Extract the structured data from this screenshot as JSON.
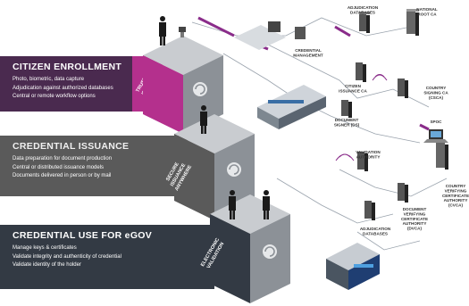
{
  "sections": [
    {
      "title": "CITIZEN ENROLLMENT",
      "items": [
        "Photo, biometric, data capture",
        "Adjudication against authorized databases",
        "Central or remote workflow options"
      ],
      "side_label": "TRUSTED IDENTITY"
    },
    {
      "title": "CREDENTIAL ISSUANCE",
      "items": [
        "Data preparation for document production",
        "Central or distributed issuance models",
        "Documents delivered in person or by mail"
      ],
      "side_label": "SECURE ISSUANCE ANYWHERE"
    },
    {
      "title": "CREDENTIAL USE FOR eGOV",
      "items": [
        "Manage keys & certificates",
        "Validate integrity and authenticity of credential",
        "Validate identity of the holder"
      ],
      "side_label": "ELECTRONIC VALIDATION"
    }
  ],
  "network_labels": {
    "adjudication_databases_top": [
      "ADJUDICATION",
      "DATABASES"
    ],
    "national_root_ca": [
      "NATIONAL",
      "ROOT CA"
    ],
    "credential_management": [
      "CREDENTIAL",
      "MANAGEMENT"
    ],
    "citizen_issuance_ca": [
      "CITIZEN",
      "ISSUANCE CA"
    ],
    "country_signing_ca": [
      "COUNTRY",
      "SIGNING CA",
      "(CSCA)"
    ],
    "document_signer": [
      "DOCUMENT",
      "SIGNER (DS)"
    ],
    "validation_authority": [
      "VALIDATION",
      "AUTHORITY"
    ],
    "spoc": [
      "SPOC"
    ],
    "country_verifying_ca": [
      "COUNTRY",
      "VERIFYING",
      "CERTIFICATE",
      "AUTHORITY",
      "(CVCA)"
    ],
    "document_verifying_ca": [
      "DOCUMENT",
      "VERIFYING",
      "CERTIFICATE",
      "AUTHORITY",
      "(DVCA)"
    ],
    "adjudication_databases_bottom": [
      "ADJUDICATION",
      "DATABASES"
    ]
  },
  "colors": {
    "enroll_dark": "#4a2a4f",
    "enroll_accent": "#b4308d",
    "issuance": "#5a5a5a",
    "egov": "#333a44",
    "cube_top": "#c9ccd0",
    "cube_side": "#8c9197"
  }
}
